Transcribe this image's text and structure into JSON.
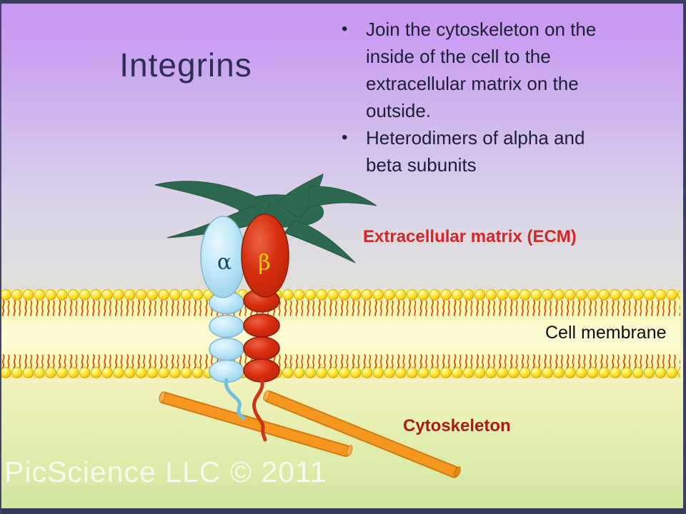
{
  "slide": {
    "title": "Integrins",
    "bullet_char": "•",
    "bullets": [
      "Join the cytoskeleton on the inside of the cell to the extracellular matrix on the outside.",
      "Heterodimers of alpha and beta subunits"
    ]
  },
  "diagram": {
    "subunits": {
      "alpha": "α",
      "beta": "β"
    },
    "labels": {
      "ecm": "Extracellular matrix (ECM)",
      "cell_membrane": "Cell membrane",
      "cytoskeleton": "Cytoskeleton"
    },
    "colors": {
      "ecm_green": "#2d6851",
      "alpha_blue": "#bfe7f8",
      "beta_red": "#d72f10",
      "membrane_bead_yellow": "#ffe838",
      "lipid_tail_red": "#c84400",
      "cytoskeleton_orange": "#f5961e",
      "ecm_label_red": "#d32626",
      "cytoskeleton_label_red": "#aa1a1a",
      "title_navy": "#2e2d58"
    }
  },
  "watermark": "PicScience LLC © 2011"
}
